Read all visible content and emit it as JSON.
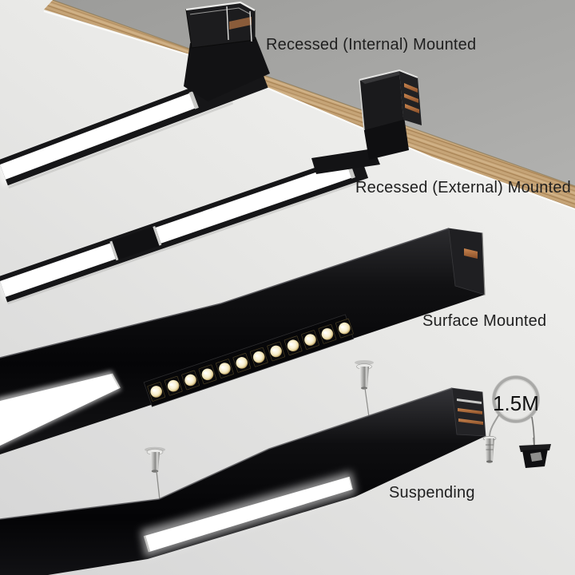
{
  "image": {
    "description_kind": "led-magnetic-track-light-mounting-options"
  },
  "mounting_types": [
    {
      "id": "recessed-internal",
      "label": "Recessed (Internal) Mounted"
    },
    {
      "id": "recessed-external",
      "label": "Recessed (External) Mounted"
    },
    {
      "id": "surface",
      "label": "Surface Mounted"
    },
    {
      "id": "suspending",
      "label": "Suspending"
    }
  ],
  "suspension_kit": {
    "cable_length_label": "1.5M"
  },
  "colors": {
    "background_gray": "#a6a6a4",
    "ceiling_white": "#eeeeec",
    "wood_tan": "#c9a87c",
    "fixture_black": "#0c0c0e",
    "glow_white": "#ffffff",
    "lens_warm": "#f7efd2",
    "copper": "#a9683f",
    "chrome": "#c9c9c7",
    "label_text": "#1f1f1f"
  }
}
